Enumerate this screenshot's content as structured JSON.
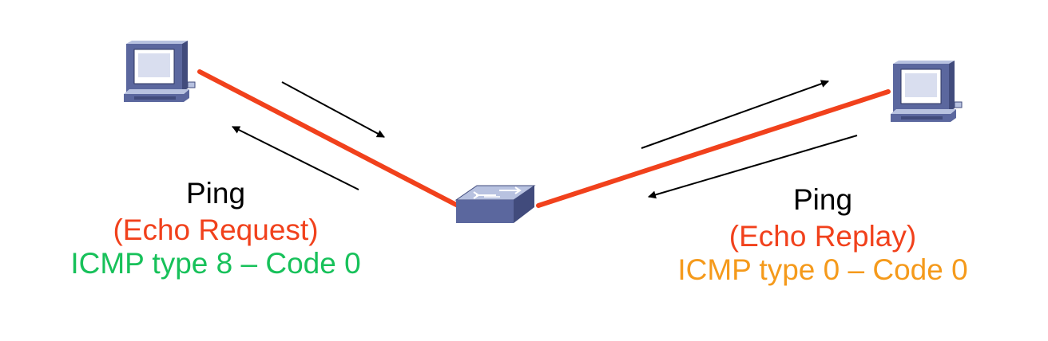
{
  "colors": {
    "link": "#f1411c",
    "arrow": "#000000",
    "title_text": "#000000",
    "request_text": "#f1411c",
    "left_icmp_text": "#17c15a",
    "right_icmp_text": "#f59a1b",
    "device_top": "#b8c2e0",
    "device_side": "#5b679e",
    "device_dark": "#414b7c",
    "screen": "#ffffff"
  },
  "icons": {
    "host_left": "computer-icon",
    "host_right": "computer-icon",
    "switch": "switch-icon"
  },
  "left_label": {
    "title": "Ping",
    "message": "(Echo Request)",
    "icmp": "ICMP type 8 – Code 0"
  },
  "right_label": {
    "title": "Ping",
    "message": "(Echo Replay)",
    "icmp": "ICMP type 0 – Code 0"
  }
}
